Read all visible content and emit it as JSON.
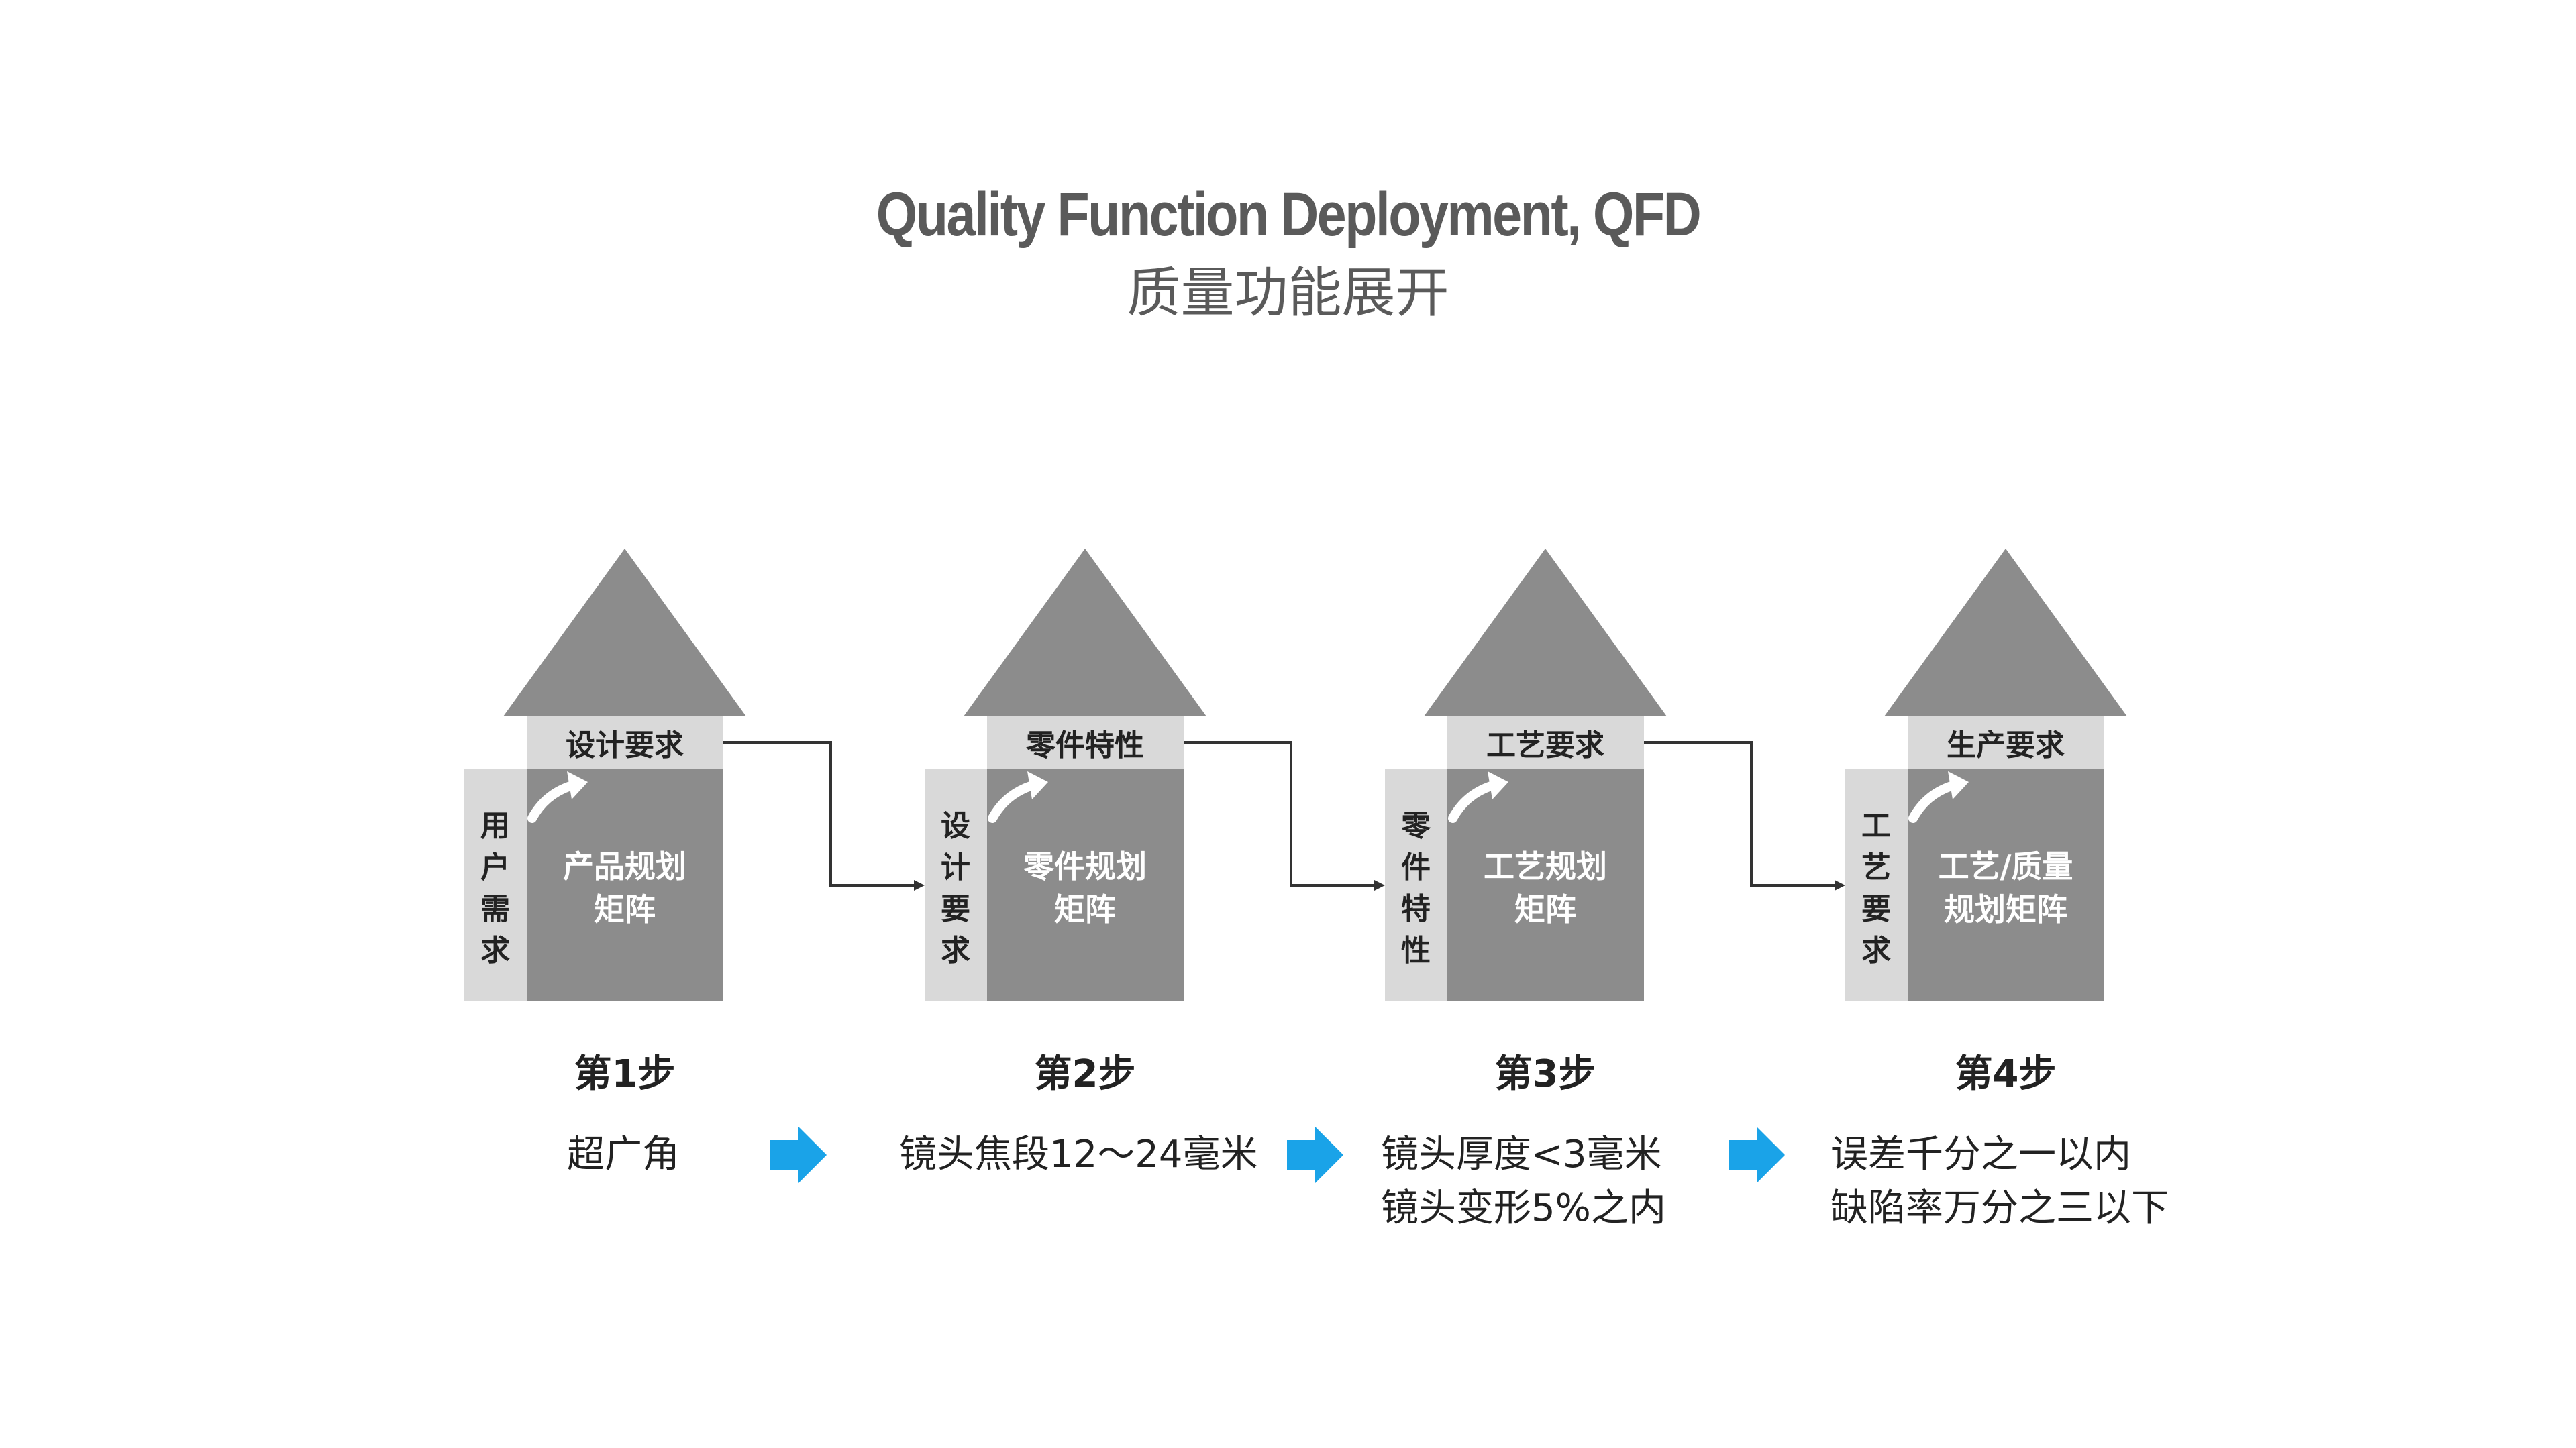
{
  "title": {
    "en": "Quality Function Deployment, QFD",
    "cn": "质量功能展开"
  },
  "stages": [
    {
      "top_label": "设计要求",
      "side_label": "用户需求",
      "matrix_line1": "产品规划",
      "matrix_line2": "矩阵",
      "step": "第1步",
      "description": [
        "超广角"
      ]
    },
    {
      "top_label": "零件特性",
      "side_label": "设计要求",
      "matrix_line1": "零件规划",
      "matrix_line2": "矩阵",
      "step": "第2步",
      "description": [
        "镜头焦段12～24毫米"
      ]
    },
    {
      "top_label": "工艺要求",
      "side_label": "零件特性",
      "matrix_line1": "工艺规划",
      "matrix_line2": "矩阵",
      "step": "第3步",
      "description": [
        "镜头厚度<3毫米",
        "镜头变形5%之内"
      ]
    },
    {
      "top_label": "生产要求",
      "side_label": "工艺要求",
      "matrix_line1": "工艺/质量",
      "matrix_line2": "规划矩阵",
      "step": "第4步",
      "description": [
        "误差千分之一以内",
        "缺陷率万分之三以下"
      ]
    }
  ],
  "colors": {
    "roof": "#8c8c8c",
    "matrix": "#8c8c8c",
    "header": "#d9d9d9",
    "text_light": "#ffffff",
    "text_dark": "#222222",
    "arrow": "#1aa3e8",
    "connector": "#333333"
  },
  "icons": {
    "curved_arrow": "curved-arrow-icon",
    "flow_arrow": "right-arrow-icon"
  }
}
